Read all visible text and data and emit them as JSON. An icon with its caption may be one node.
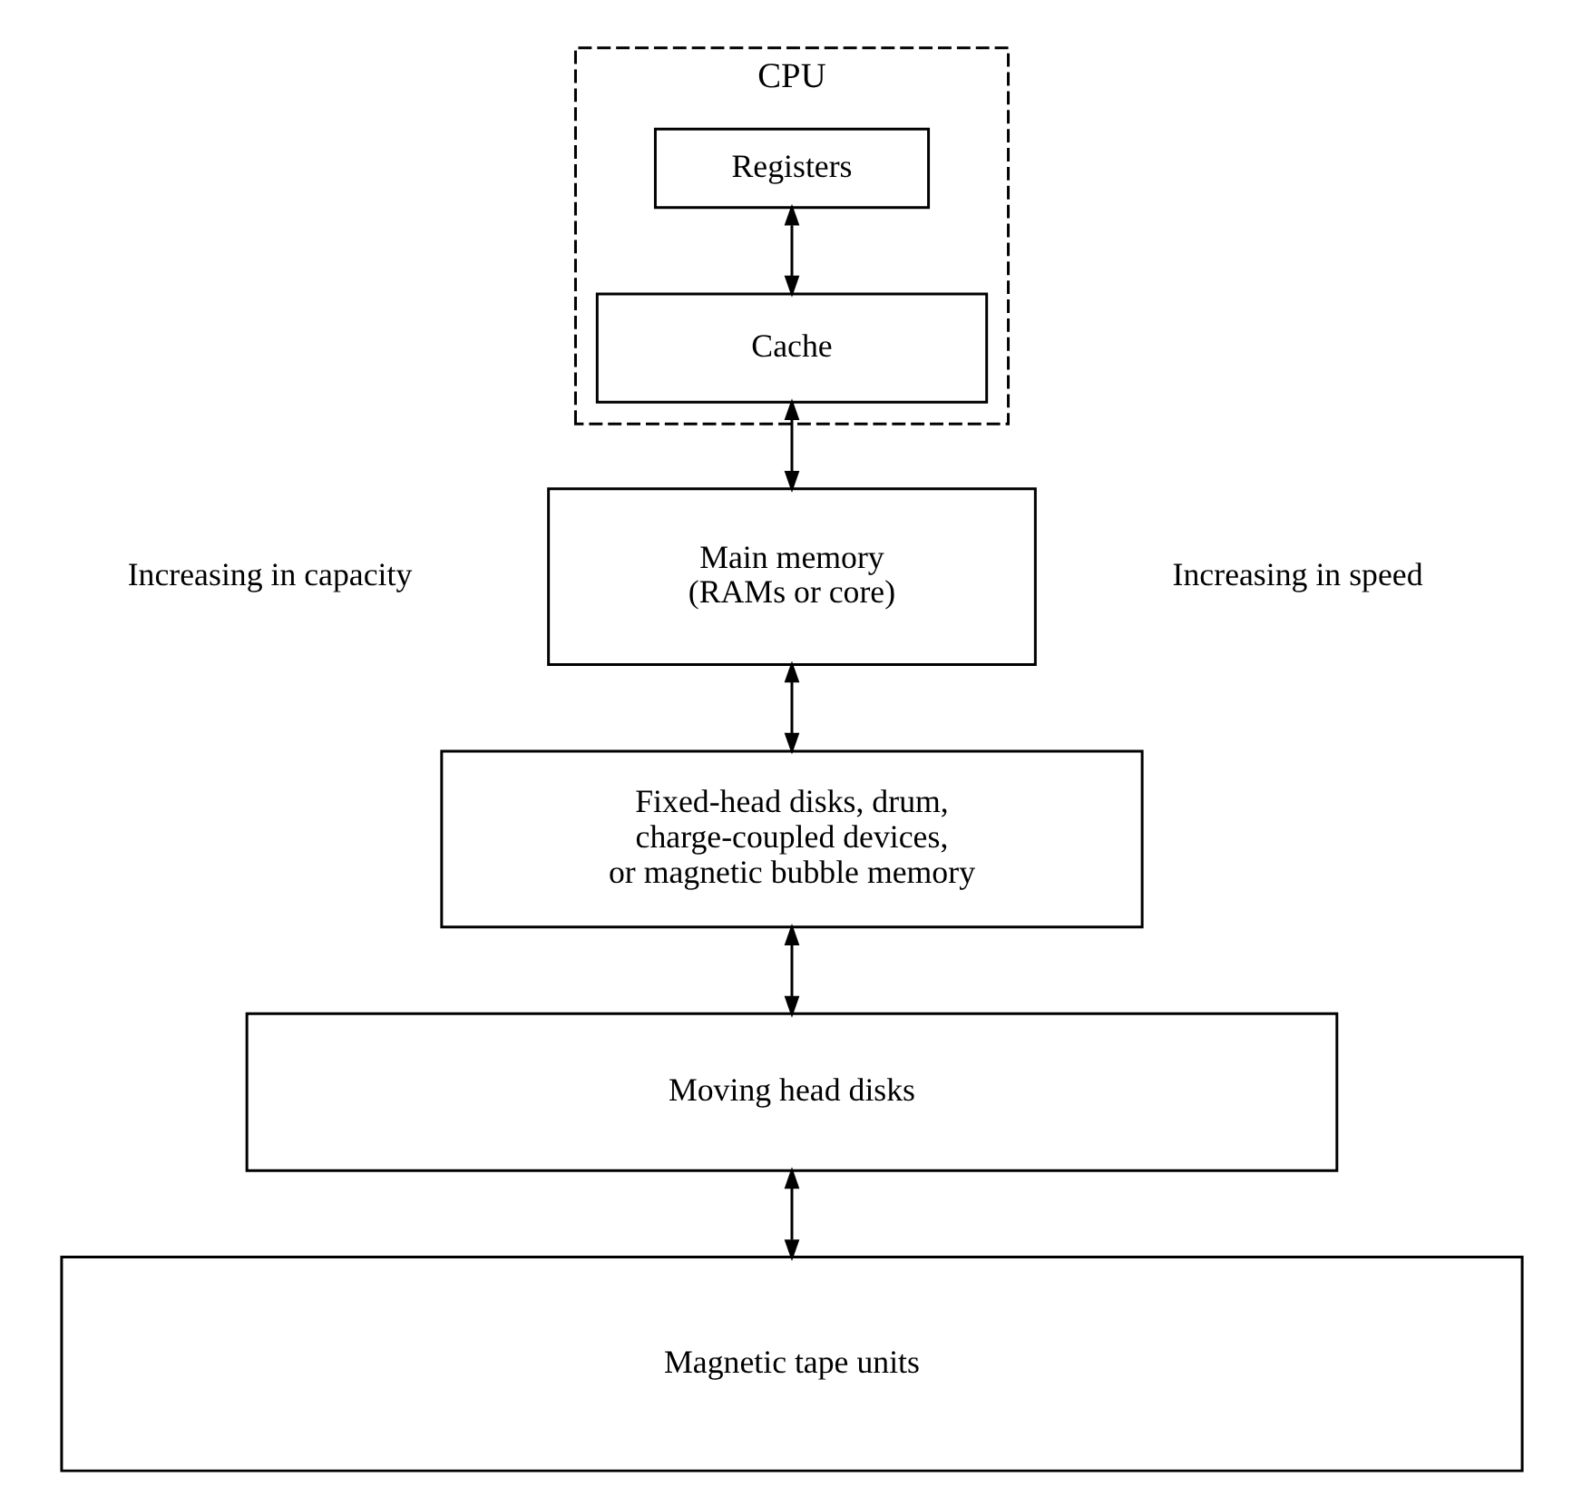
{
  "diagram": {
    "nodes": [
      {
        "text": [
          "CPU"
        ]
      },
      {
        "text": [
          "Registers"
        ],
        "in": 0
      },
      {
        "text": [
          "Cache"
        ],
        "in": 0
      },
      {
        "text": [
          "Main memory (RAMs or core)"
        ]
      },
      {
        "text": [
          "Fixed-head disks, drum, charge-coupled devices, or magnetic bubble memory"
        ]
      },
      {
        "text": [
          "Moving head disks"
        ]
      },
      {
        "text": [
          "Magnetic tape units"
        ]
      }
    ],
    "edges": [
      {
        "from": 1,
        "to": 2,
        "arrow": "both"
      },
      {
        "from": 2,
        "to": 3,
        "arrow": "both"
      },
      {
        "from": 3,
        "to": 4,
        "arrow": "both"
      },
      {
        "from": 4,
        "to": 5,
        "arrow": "both"
      },
      {
        "from": 5,
        "to": 6,
        "arrow": "both"
      }
    ],
    "labels": [
      "Increasing in capacity",
      "Increasing in speed"
    ]
  }
}
